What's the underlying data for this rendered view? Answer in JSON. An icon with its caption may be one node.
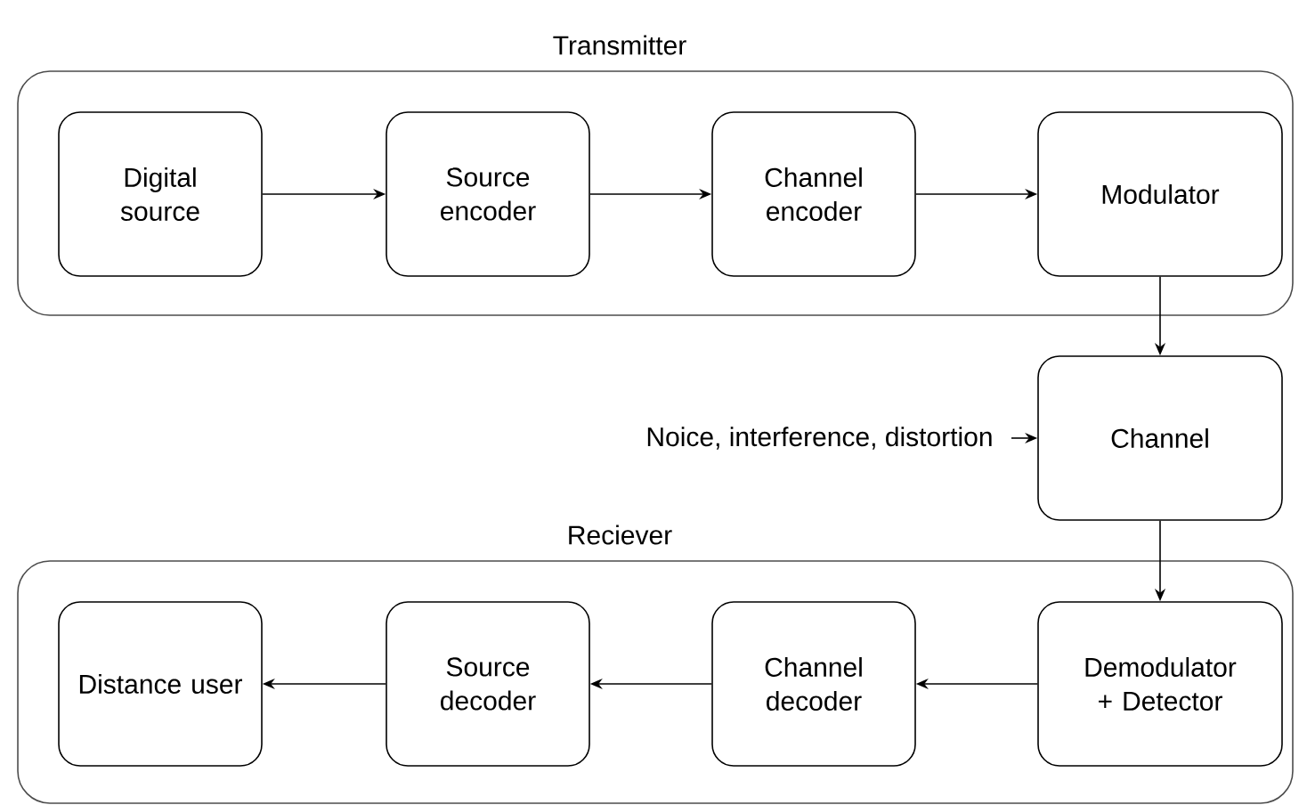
{
  "diagram": {
    "nodes": [
      {
        "text": [
          "Transmitter"
        ]
      },
      {
        "text": [
          "Digital source"
        ],
        "in": 0
      },
      {
        "text": [
          "Source encoder"
        ],
        "in": 0
      },
      {
        "text": [
          "Channel encoder"
        ],
        "in": 0
      },
      {
        "text": [
          "Modulator"
        ],
        "in": 0
      },
      {
        "text": [
          "Noice, interference, distortion"
        ]
      },
      {
        "text": [
          "Channel"
        ]
      },
      {
        "text": [
          "Reciever"
        ]
      },
      {
        "text": [
          "Distance user"
        ],
        "in": 7
      },
      {
        "text": [
          "Source decoder"
        ],
        "in": 7
      },
      {
        "text": [
          "Channel decoder"
        ],
        "in": 7
      },
      {
        "text": [
          "Demodulator + Detector"
        ],
        "in": 7
      }
    ],
    "edges": [
      {
        "from": 1,
        "to": 2,
        "arrow": "to"
      },
      {
        "from": 2,
        "to": 3,
        "arrow": "to"
      },
      {
        "from": 3,
        "to": 4,
        "arrow": "to"
      },
      {
        "from": 4,
        "to": 6,
        "arrow": "to"
      },
      {
        "from": 5,
        "to": 6,
        "arrow": "to"
      },
      {
        "from": 6,
        "to": 11,
        "arrow": "to"
      },
      {
        "from": 11,
        "to": 10,
        "arrow": "to"
      },
      {
        "from": 10,
        "to": 9,
        "arrow": "to"
      },
      {
        "from": 9,
        "to": 8,
        "arrow": "to"
      }
    ]
  }
}
